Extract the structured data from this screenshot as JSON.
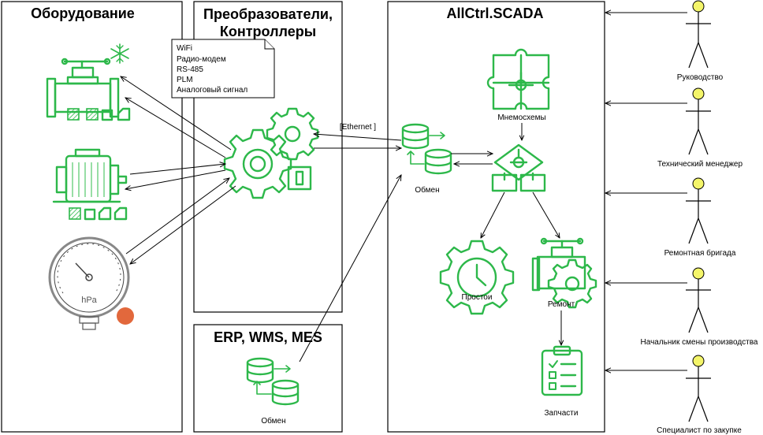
{
  "panels": {
    "equipment_title": "Оборудование",
    "converters_title_line1": "Преобразователи,",
    "converters_title_line2": "Контроллеры",
    "erp_title": "ERP, WMS, MES",
    "scada_title": "AllCtrl.SCADA"
  },
  "note": {
    "lines": [
      "WiFi",
      "Радио-модем",
      "RS-485",
      "PLM",
      "Аналоговый сигнал"
    ]
  },
  "labels": {
    "ethernet": "[Ethernet ]",
    "exchange_scada": "Обмен",
    "exchange_erp": "Обмен",
    "mnemo": "Мнемосхемы",
    "downtime": "Простои",
    "repair": "Ремонт",
    "parts": "Запчасти",
    "gauge_unit": "hPa"
  },
  "actors": [
    {
      "label": "Руководство"
    },
    {
      "label": "Технический менеджер"
    },
    {
      "label": "Ремонтная бригада"
    },
    {
      "label": "Начальник смены производства"
    },
    {
      "label": "Специалист по закупке"
    }
  ],
  "colors": {
    "accent_green": "#2db84a",
    "light_green": "#7fd68f",
    "actor_head": "#f4f56a",
    "indicator_orange": "#e2683c"
  },
  "icons": {
    "valve": "valve-icon",
    "snowflake": "snowflake-icon",
    "motor": "electric-motor-icon",
    "gauge": "pressure-gauge-icon",
    "gears": "gears-controller-icon",
    "database": "database-exchange-icon",
    "puzzle": "puzzle-mnemo-icon",
    "flow": "process-flow-icon",
    "downtime": "gear-clock-icon",
    "repair": "valve-gear-icon",
    "parts": "clipboard-checklist-icon"
  }
}
